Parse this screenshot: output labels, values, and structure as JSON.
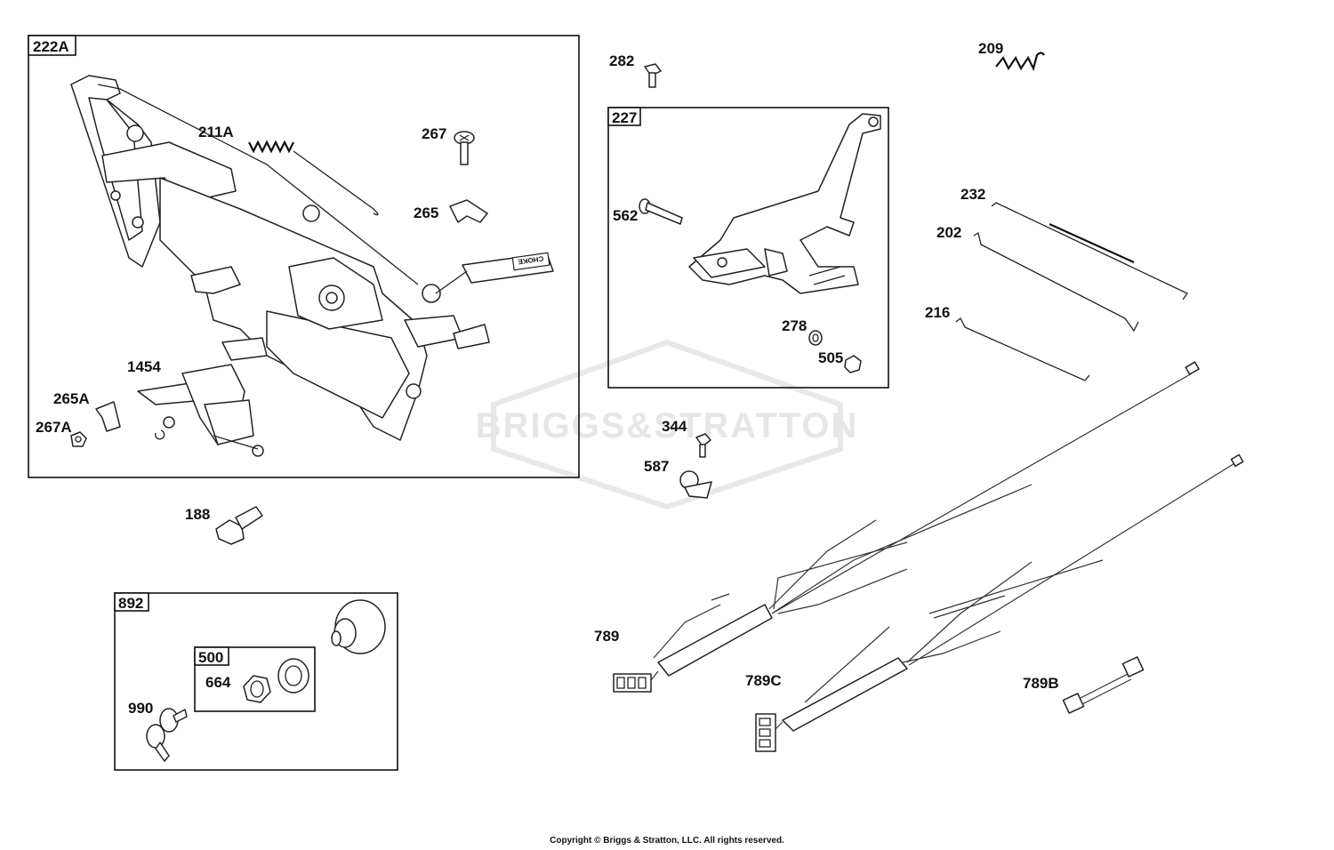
{
  "watermark": "BRIGGS&STRATTON",
  "copyright": "Copyright © Briggs & Stratton, LLC. All rights reserved.",
  "decal_text": "CHOKE",
  "groups": {
    "g222A": "222A",
    "g227": "227",
    "g892": "892",
    "g500": "500"
  },
  "labels": {
    "p211A": "211A",
    "p267": "267",
    "p265": "265",
    "p1454": "1454",
    "p265A": "265A",
    "p267A": "267A",
    "p282": "282",
    "p209": "209",
    "p562": "562",
    "p278": "278",
    "p505": "505",
    "p232": "232",
    "p202": "202",
    "p216": "216",
    "p344": "344",
    "p587": "587",
    "p188": "188",
    "p664": "664",
    "p990": "990",
    "p789": "789",
    "p789C": "789C",
    "p789B": "789B"
  }
}
